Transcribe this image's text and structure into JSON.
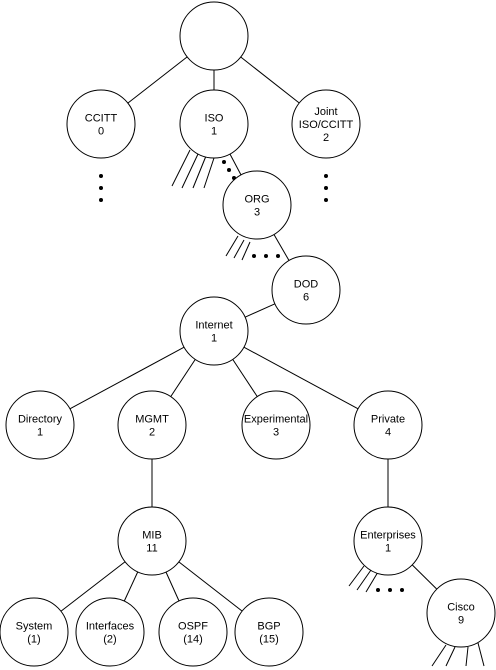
{
  "diagram": {
    "title": "",
    "nodes": [
      {
        "id": "root",
        "name": "",
        "number": ""
      },
      {
        "id": "ccitt",
        "name": "CCITT",
        "number": "0"
      },
      {
        "id": "iso",
        "name": "ISO",
        "number": "1"
      },
      {
        "id": "joint",
        "name": "Joint",
        "name2": "ISO/CCITT",
        "number": "2"
      },
      {
        "id": "org",
        "name": "ORG",
        "number": "3"
      },
      {
        "id": "dod",
        "name": "DOD",
        "number": "6"
      },
      {
        "id": "internet",
        "name": "Internet",
        "number": "1"
      },
      {
        "id": "directory",
        "name": "Directory",
        "number": "1"
      },
      {
        "id": "mgmt",
        "name": "MGMT",
        "number": "2"
      },
      {
        "id": "experimental",
        "name": "Experimental",
        "number": "3"
      },
      {
        "id": "private",
        "name": "Private",
        "number": "4"
      },
      {
        "id": "mib",
        "name": "MIB",
        "number": "11"
      },
      {
        "id": "enterprises",
        "name": "Enterprises",
        "number": "1"
      },
      {
        "id": "system",
        "name": "System",
        "number": "(1)"
      },
      {
        "id": "interfaces",
        "name": "Interfaces",
        "number": "(2)"
      },
      {
        "id": "ospf",
        "name": "OSPF",
        "number": "(14)"
      },
      {
        "id": "bgp",
        "name": "BGP",
        "number": "(15)"
      },
      {
        "id": "cisco",
        "name": "Cisco",
        "number": "9"
      }
    ],
    "edges": [
      [
        "root",
        "ccitt"
      ],
      [
        "root",
        "iso"
      ],
      [
        "root",
        "joint"
      ],
      [
        "iso",
        "org"
      ],
      [
        "org",
        "dod"
      ],
      [
        "dod",
        "internet"
      ],
      [
        "internet",
        "directory"
      ],
      [
        "internet",
        "mgmt"
      ],
      [
        "internet",
        "experimental"
      ],
      [
        "internet",
        "private"
      ],
      [
        "mgmt",
        "mib"
      ],
      [
        "private",
        "enterprises"
      ],
      [
        "mib",
        "system"
      ],
      [
        "mib",
        "interfaces"
      ],
      [
        "mib",
        "ospf"
      ],
      [
        "mib",
        "bgp"
      ],
      [
        "enterprises",
        "cisco"
      ]
    ]
  }
}
